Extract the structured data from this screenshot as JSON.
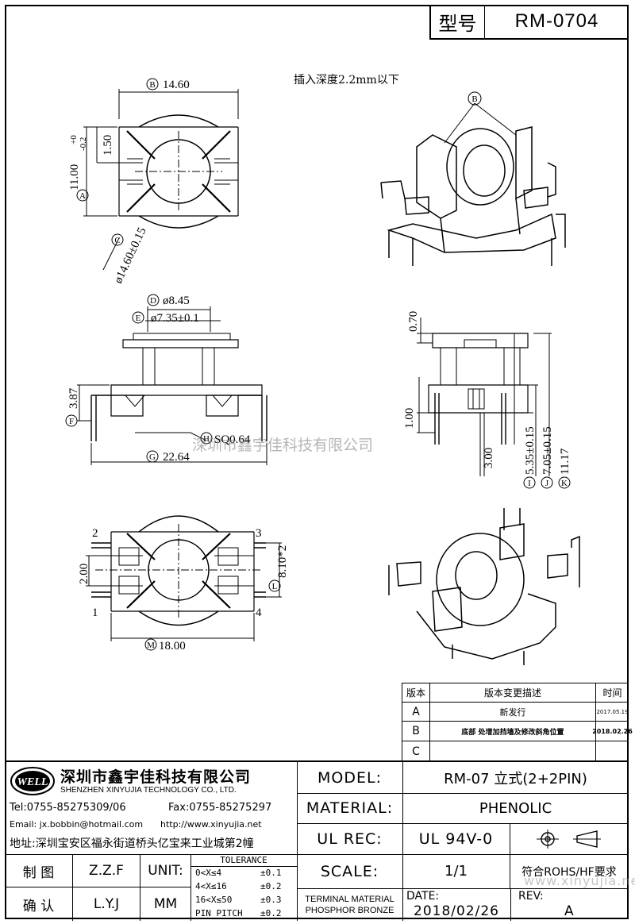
{
  "header": {
    "type_label": "型号",
    "model_no": "RM-0704"
  },
  "note": "插入深度2.2mm以下",
  "dims": {
    "top_b": "14.60",
    "top_a": "11.00",
    "top_tol_plus": "+0",
    "top_tol_minus": "-0.2",
    "top_150": "1.50",
    "top_c": "ø14.60±0.15",
    "front_d": "ø8.45",
    "front_e": "ø7.35±0.1",
    "front_f": "3.87",
    "front_h": "SQ0.64",
    "front_g": "22.64",
    "side_070": "0.70",
    "side_100": "1.00",
    "side_300": "3.00",
    "side_i": "5.35±0.15",
    "side_j": "7.05±0.15",
    "side_k": "11.17",
    "bottom_200": "2.00",
    "bottom_l": "8.10*2",
    "bottom_m": "18.00",
    "pin1": "1",
    "pin2": "2",
    "pin3": "3",
    "pin4": "4"
  },
  "markers": {
    "a": "A",
    "b": "B",
    "c": "C",
    "d": "D",
    "e": "E",
    "f": "F",
    "g": "G",
    "h": "H",
    "i": "I",
    "j": "J",
    "k": "K",
    "l": "L",
    "m": "M"
  },
  "watermark": "深圳市鑫宇佳科技有限公司",
  "watermark2": "www.xinyujia.net",
  "revisions": {
    "headers": [
      "版本",
      "版本变更描述",
      "时间"
    ],
    "rows": [
      {
        "ver": "A",
        "desc": "新发行",
        "date": "2017.05.19"
      },
      {
        "ver": "B",
        "desc": "底部 处增加挡墙及修改斜角位置",
        "date": "2018.02.26"
      },
      {
        "ver": "C",
        "desc": "",
        "date": ""
      }
    ]
  },
  "company": {
    "logo": "WELL",
    "name_cn": "深圳市鑫宇佳科技有限公司",
    "name_en": "SHENZHEN XINYUJIA TECHNOLOGY CO., LTD.",
    "tel": "Tel:0755-85275309/06",
    "fax": "Fax:0755-85275297",
    "email": "Email: jx.bobbin@hotmail.com",
    "web": "http://www.xinyujia.net",
    "address": "地址:深圳宝安区福永街道桥头亿宝来工业城第2幢"
  },
  "info": {
    "model_label": "MODEL:",
    "model_value": "RM-07 立式(2+2PIN)",
    "material_label": "MATERIAL:",
    "material_value": "PHENOLIC",
    "ulrec_label": "UL REC:",
    "ulrec_value": "UL 94V-0",
    "scale_label": "SCALE:",
    "scale_value": "1/1",
    "rohs": "符合ROHS/HF要求",
    "terminal_label1": "TERMINAL MATERIAL",
    "terminal_label2": "PHOSPHOR BRONZE",
    "date_label": "DATE:",
    "date_value": "2018/02/26",
    "rev_label": "REV:",
    "rev_value": "A"
  },
  "signoff": {
    "draw_label": "制 图",
    "draw_value": "Z.Z.F",
    "check_label": "确 认",
    "check_value": "L.Y.J",
    "unit_label": "UNIT:",
    "unit_value": "MM"
  },
  "tolerance": {
    "title": "TOLERANCE",
    "rows": [
      {
        "range": "0<X≤4",
        "tol": "±0.1"
      },
      {
        "range": "4<X≤16",
        "tol": "±0.2"
      },
      {
        "range": "16<X≤50",
        "tol": "±0.3"
      },
      {
        "range": "PIN PITCH",
        "tol": "±0.2"
      }
    ]
  }
}
